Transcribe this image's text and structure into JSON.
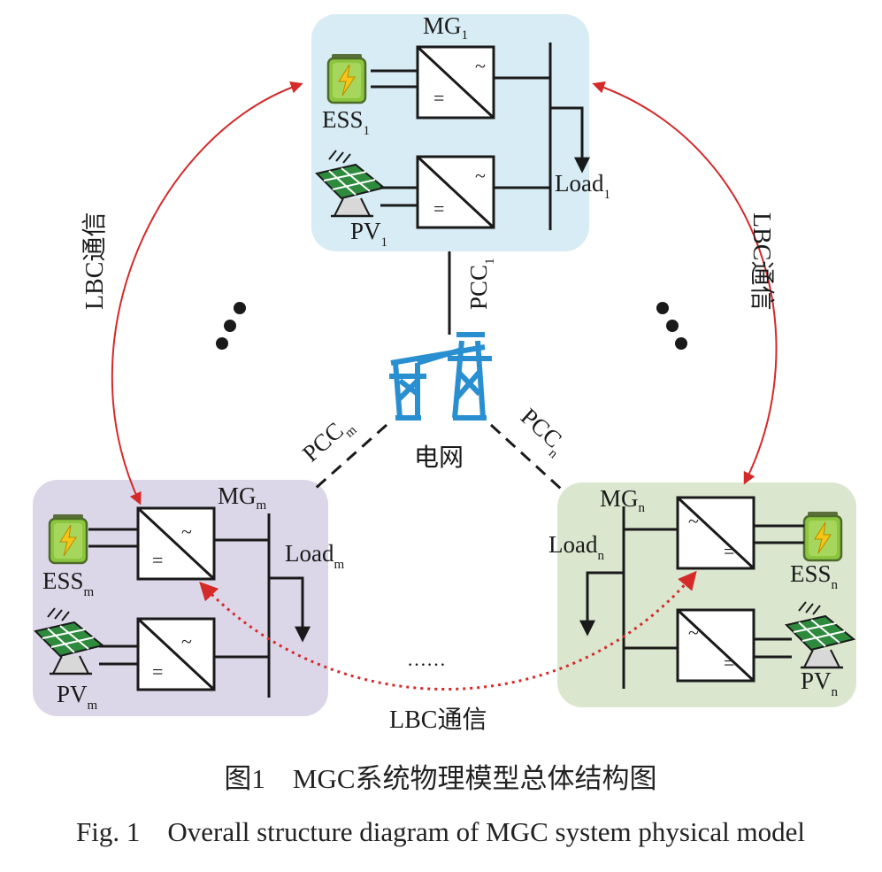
{
  "microgrids": {
    "mg1": {
      "name": "MG",
      "sub": "1",
      "ess": "ESS",
      "ess_sub": "1",
      "pv": "PV",
      "pv_sub": "1",
      "load": "Load",
      "load_sub": "1",
      "pcc": "PCC",
      "pcc_sub": "1",
      "bg": "#d7ecf4"
    },
    "mgm": {
      "name": "MG",
      "sub": "m",
      "ess": "ESS",
      "ess_sub": "m",
      "pv": "PV",
      "pv_sub": "m",
      "load": "Load",
      "load_sub": "m",
      "pcc": "PCC",
      "pcc_sub": "m",
      "bg": "#dcd7e8"
    },
    "mgn": {
      "name": "MG",
      "sub": "n",
      "ess": "ESS",
      "ess_sub": "n",
      "pv": "PV",
      "pv_sub": "n",
      "load": "Load",
      "load_sub": "n",
      "pcc": "PCC",
      "pcc_sub": "n",
      "bg": "#dbe6cf"
    }
  },
  "converter_symbols": {
    "ac": "~",
    "dc": "="
  },
  "grid_label": "电网",
  "links": {
    "left": "LBC通信",
    "right": "LBC通信",
    "bottom": "LBC通信"
  },
  "bottom_ellipsis": "……",
  "caption_cn": "图1　MGC系统物理模型总体结构图",
  "caption_en": "Fig. 1　Overall structure diagram of MGC system physical model",
  "colors": {
    "link": "#d42a2a",
    "tower": "#2a8fd0",
    "battery": "#8cc63f",
    "battery_bolt": "#f5c518",
    "pv_cell": "#2e8b3e"
  }
}
